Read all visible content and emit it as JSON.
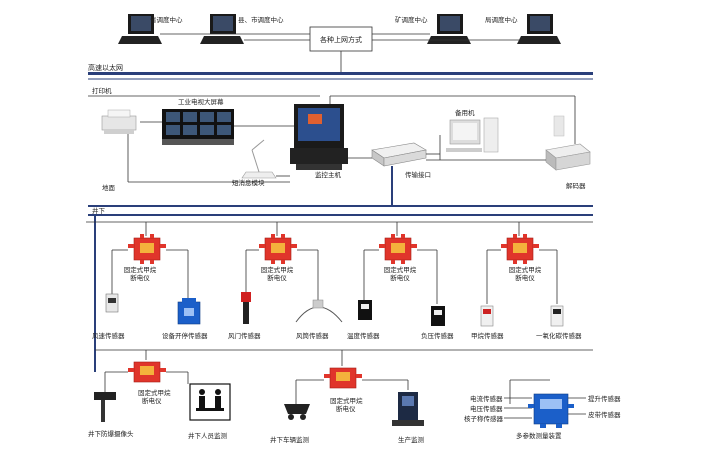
{
  "top": {
    "network_box": "各种上网方式",
    "dispatch_centers": [
      "省调度中心",
      "县、市调度中心",
      "矿调度中心",
      "局调度中心"
    ],
    "ethernet_label": "高速以太网"
  },
  "surface": {
    "printer": "打印机",
    "tv_wall": "工业电视大屏幕",
    "sms_module": "短消息模块",
    "monitor_host": "监控主机",
    "backup_host": "备用机",
    "transfer_interface": "传输接口",
    "decoder": "解码器",
    "ground_label": "地面"
  },
  "underground": {
    "label": "井下",
    "breaker": "固定式甲烷\n断电仪"
  },
  "sensors_row1": [
    "风速传感器",
    "设备开停传感器",
    "风门传感器",
    "风筒传感器",
    "温度传感器",
    "负压传感器",
    "甲烷传感器",
    "一氧化碳传感器"
  ],
  "bottom": {
    "camera": "井下防爆摄像头",
    "personnel": "井下人员监测",
    "vehicle": "井下车辆监测",
    "production": "生产监测",
    "current_sensor": "电流传感器",
    "voltage_sensor": "电压传感器",
    "nuclear_sensor": "核子称传感器",
    "hoist_sensor": "提升传感器",
    "belt_sensor": "皮带传感器",
    "multi_device": "多参数测量装置"
  },
  "colors": {
    "bus": "#2a3f7a",
    "wire": "#333333",
    "breaker_red": "#e0352b",
    "device_blue": "#1b5fc9"
  }
}
